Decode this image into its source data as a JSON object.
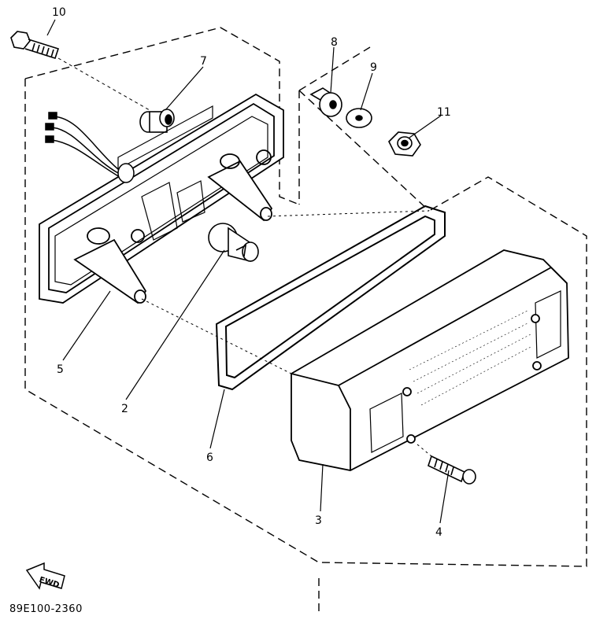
{
  "diagram": {
    "labels": {
      "p1": "10",
      "p2": "7",
      "p3": "8",
      "p4": "9",
      "p5": "11",
      "p6": "5",
      "p7": "2",
      "p8": "6",
      "p9": "3",
      "p10": "4"
    },
    "fwd_label": "FWD",
    "drawing_code": "89E100-2360"
  }
}
